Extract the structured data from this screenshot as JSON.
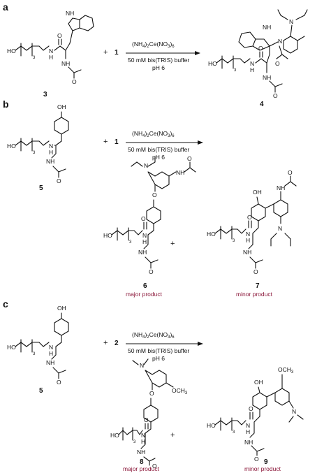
{
  "panels": {
    "a": "a",
    "b": "b",
    "c": "c"
  },
  "atoms": {
    "HO": "HO",
    "N": "N",
    "H": "H",
    "O": "O",
    "NH": "NH",
    "OH": "OH",
    "three": "3",
    "OCH": "OCH",
    "sub3": "3"
  },
  "reaction_a": {
    "reactant_number": "3",
    "reagent": "1",
    "product_number": "4",
    "plus": "+",
    "cond_line1_pre": "(NH",
    "cond_line1_sub1": "4",
    "cond_line1_mid": ")",
    "cond_line1_sub2": "2",
    "cond_line1_post": "Ce(NO",
    "cond_line1_sub3": "3",
    "cond_line1_end": ")",
    "cond_line1_sub4": "6",
    "cond_line2": "50 mM bis(TRIS) buffer",
    "cond_line3": "pH 6"
  },
  "reaction_b": {
    "reactant_number": "5",
    "reagent": "1",
    "plus": "+",
    "plus2": "+",
    "cond_line2": "50 mM bis(TRIS) buffer",
    "cond_line3": "pH 6",
    "product_major_number": "6",
    "product_major_label": "major product",
    "product_minor_number": "7",
    "product_minor_label": "minor product"
  },
  "reaction_c": {
    "reactant_number": "5",
    "reagent": "2",
    "plus": "+",
    "plus2": "+",
    "cond_line2": "50 mM bis(TRIS) buffer",
    "cond_line3": "pH 6",
    "product_major_number": "8",
    "product_major_label": "major product",
    "product_minor_number": "9",
    "product_minor_label": "minor product"
  },
  "colors": {
    "ink": "#111111",
    "product_label": "#8a1538"
  }
}
